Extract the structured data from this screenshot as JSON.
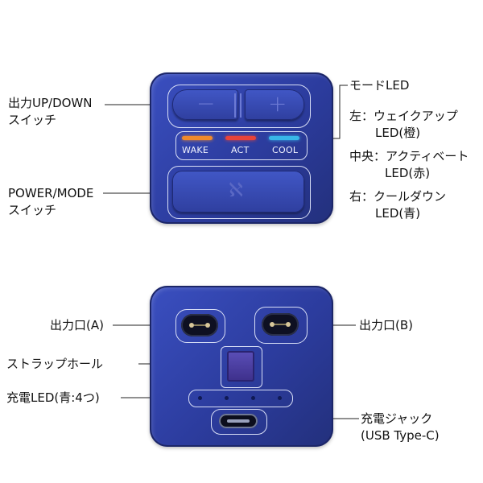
{
  "labels": {
    "output_switch": [
      "出力UP/DOWN",
      "スイッチ"
    ],
    "power_switch": [
      "POWER/MODE",
      "スイッチ"
    ],
    "mode_led": "モードLED",
    "left_led": [
      "左：ウェイクアップ",
      "LED(橙)"
    ],
    "center_led": [
      "中央：アクティベート",
      "LED(赤)"
    ],
    "right_led": [
      "右：クールダウン",
      "LED(青)"
    ],
    "outlet_a": "出力口(A)",
    "outlet_b": "出力口(B)",
    "strap_hole": "ストラップホール",
    "charge_led": "充電LED(青:4つ)",
    "charge_jack": [
      "充電ジャック",
      "(USB Type-C)"
    ]
  },
  "device_top": {
    "minus_symbol": "−",
    "plus_symbol": "+",
    "led_labels": [
      "WAKE",
      "ACT",
      "COOL"
    ],
    "led_colors": [
      "#f08a2c",
      "#e8433a",
      "#38b6e8"
    ],
    "logo": "ℵ"
  },
  "device_bottom": {
    "charge_led_count": 4
  }
}
